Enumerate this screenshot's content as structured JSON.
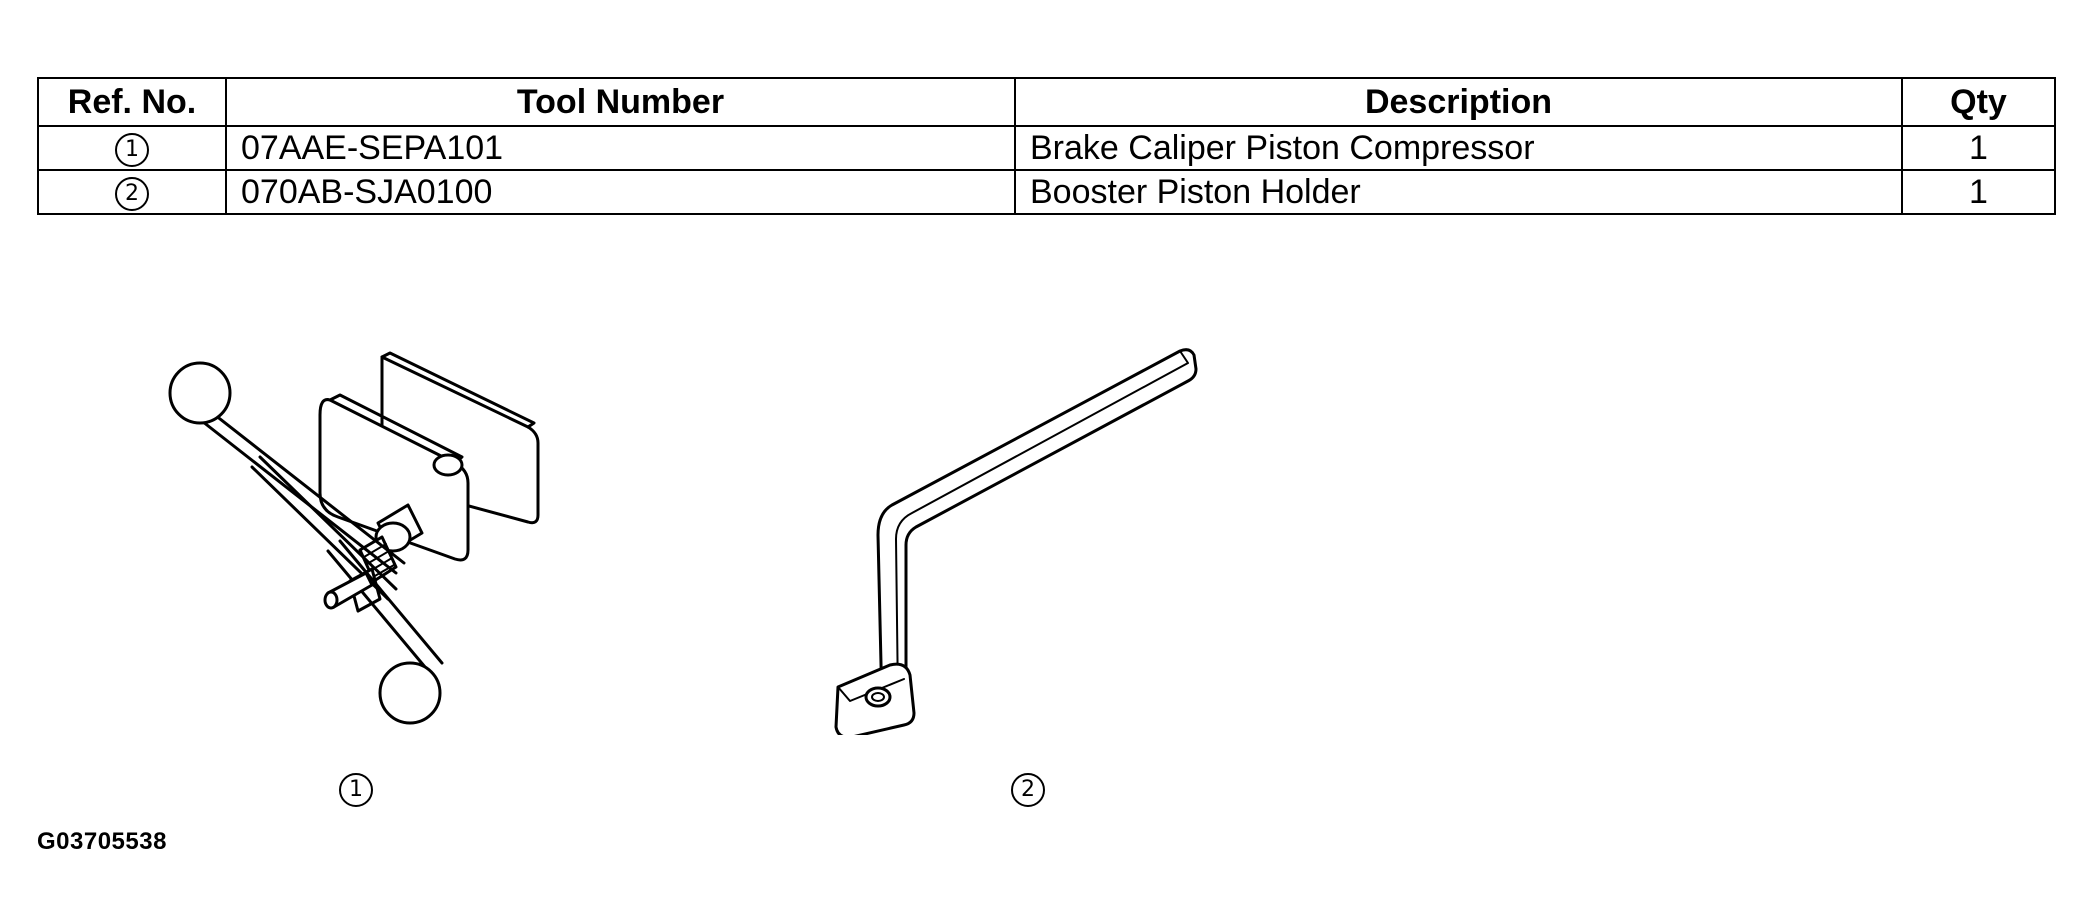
{
  "table": {
    "headers": {
      "ref_no": "Ref. No.",
      "tool_number": "Tool Number",
      "description": "Description",
      "qty": "Qty"
    },
    "rows": [
      {
        "ref": "1",
        "tool_number": "07AAE-SEPA101",
        "description": "Brake Caliper Piston Compressor",
        "qty": "1"
      },
      {
        "ref": "2",
        "tool_number": "070AB-SJA0100",
        "description": "Booster Piston Holder",
        "qty": "1"
      }
    ]
  },
  "figures": {
    "tool_1_label": "1",
    "tool_2_label": "2"
  },
  "figure_code": "G03705538",
  "icons": {
    "tool_1": "caliper-piston-compressor-illustration",
    "tool_2": "booster-piston-holder-illustration"
  }
}
